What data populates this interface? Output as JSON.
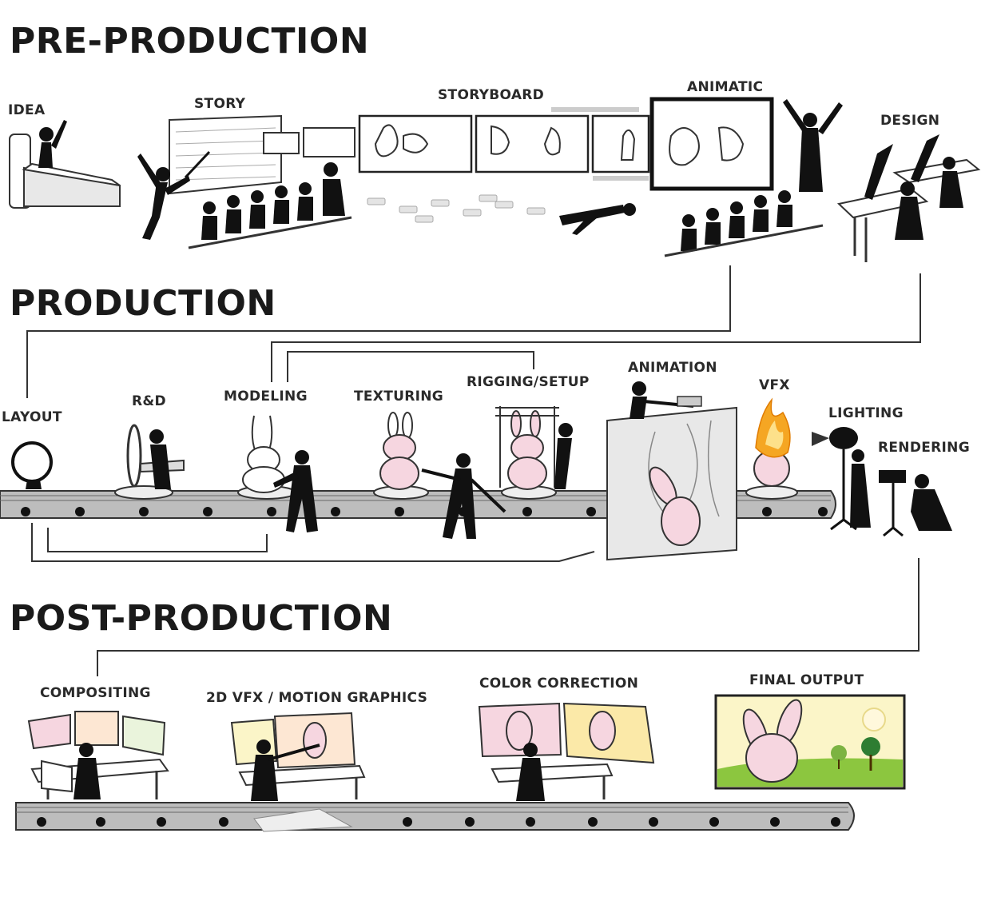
{
  "sections": {
    "pre_production": "PRE-PRODUCTION",
    "production": "PRODUCTION",
    "post_production": "POST-PRODUCTION"
  },
  "steps": {
    "idea": "IDEA",
    "story": "STORY",
    "storyboard": "STORYBOARD",
    "animatic": "ANIMATIC",
    "design": "DESIGN",
    "layout": "LAYOUT",
    "rnd": "R&D",
    "modeling": "MODELING",
    "texturing": "TEXTURING",
    "rigging": "RIGGING/SETUP",
    "animation": "ANIMATION",
    "vfx": "VFX",
    "lighting": "LIGHTING",
    "rendering": "RENDERING",
    "compositing": "COMPOSITING",
    "vfx_2d": "2D VFX / MOTION GRAPHICS",
    "color_correction": "COLOR CORRECTION",
    "final_output": "FINAL OUTPUT"
  },
  "colors": {
    "bunny_pink": "#f6d6e0",
    "fire_orange": "#f5a623",
    "grass_green": "#8cc63f",
    "sky_yellow": "#fbf5c8",
    "belt_gray": "#bdbdbd"
  }
}
